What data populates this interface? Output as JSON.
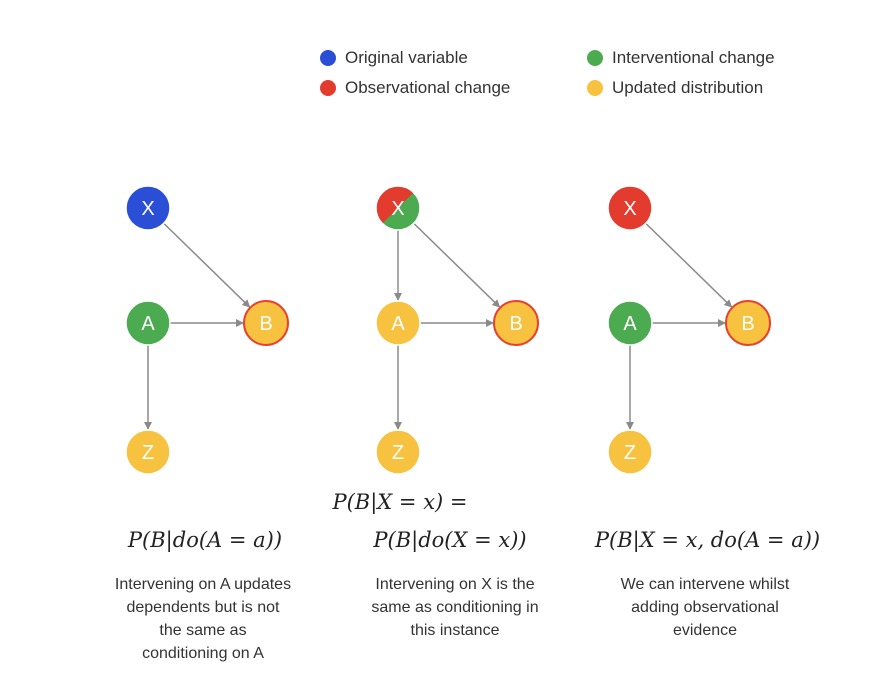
{
  "colors": {
    "original": "#2a4fd6",
    "observational": "#e33b2e",
    "interventional": "#4caa50",
    "updated": "#f6c23f",
    "edge": "#8a8a8a",
    "updated_border": "#e8412f"
  },
  "legend": [
    {
      "label": "Original variable",
      "color": "#2a4fd6"
    },
    {
      "label": "Interventional change",
      "color": "#4caa50"
    },
    {
      "label": "Observational change",
      "color": "#e33b2e"
    },
    {
      "label": "Updated distribution",
      "color": "#f6c23f"
    }
  ],
  "panels": [
    {
      "nodes": {
        "X": "original",
        "A": "interventional",
        "B": "updated",
        "Z": "updated"
      },
      "edges": [
        [
          "X",
          "B"
        ],
        [
          "A",
          "B"
        ],
        [
          "A",
          "Z"
        ]
      ],
      "formula_line1": "",
      "formula_line2": "P(B|do(A = a))",
      "caption": [
        "Intervening on A updates",
        "dependents but is not",
        "the same as",
        "conditioning on A"
      ]
    },
    {
      "nodes": {
        "X": "observational+interventional",
        "A": "updated",
        "B": "updated",
        "Z": "updated"
      },
      "edges": [
        [
          "X",
          "A"
        ],
        [
          "X",
          "B"
        ],
        [
          "A",
          "B"
        ],
        [
          "A",
          "Z"
        ]
      ],
      "formula_line1": "P(B|X = x) =",
      "formula_line2": "P(B|do(X = x))",
      "caption": [
        "Intervening on X is the",
        "same as conditioning in",
        "this instance"
      ]
    },
    {
      "nodes": {
        "X": "observational",
        "A": "interventional",
        "B": "updated",
        "Z": "updated"
      },
      "edges": [
        [
          "X",
          "B"
        ],
        [
          "A",
          "B"
        ],
        [
          "A",
          "Z"
        ]
      ],
      "formula_line1": "",
      "formula_line2": "P(B|X = x, do(A = a))",
      "caption": [
        "We can intervene whilst",
        "adding observational",
        "evidence"
      ]
    }
  ]
}
